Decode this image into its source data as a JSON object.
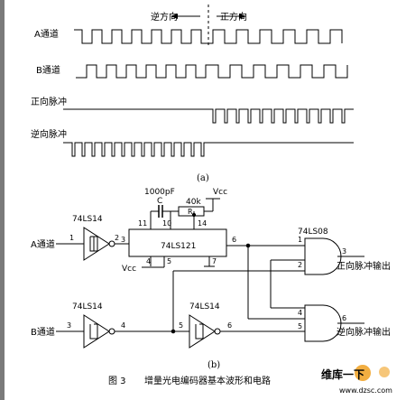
{
  "waveforms": {
    "direction_reverse": "逆方向",
    "direction_forward": "正方向",
    "ch_a": "A通道",
    "ch_b": "B通道",
    "pulse_fwd": "正向脉冲",
    "pulse_rev": "逆向脉冲",
    "sub_label": "(a)"
  },
  "circuit": {
    "cap_value": "1000pF",
    "cap_name": "C",
    "res_value": "40k",
    "res_name": "R",
    "vcc_top": "Vcc",
    "vcc_left": "Vcc",
    "monostable": "74LS121",
    "inverter_a": "74LS14",
    "inverter_b1": "74LS14",
    "inverter_b2": "74LS14",
    "and_gate": "74LS08",
    "input_a": "A通道",
    "input_b": "B通道",
    "out_fwd": "正向脉冲输出",
    "out_rev": "逆向脉冲输出",
    "pins": {
      "p11": "11",
      "p10": "10",
      "p14": "14",
      "p3": "3",
      "p6": "6",
      "p4": "4",
      "p5": "5",
      "p7": "7",
      "a_in1": "1",
      "a_out2": "2",
      "b_in3": "3",
      "b_out4": "4",
      "b_in5": "5",
      "b_out6": "6",
      "and1": "1",
      "and2": "2",
      "and3": "3",
      "and4": "4",
      "and5": "5",
      "and6": "6"
    },
    "sub_label": "(b)"
  },
  "caption": {
    "figure_no": "图 3",
    "title": "增量光电编码器基本波形和电路"
  },
  "watermark": {
    "brand": "维库一下",
    "site": "www.dzsc.com"
  },
  "colors": {
    "line": "#000000",
    "watermark_red": "#d42a1c",
    "watermark_orange": "#f0a020",
    "side_bar": "#7a7a7a"
  }
}
